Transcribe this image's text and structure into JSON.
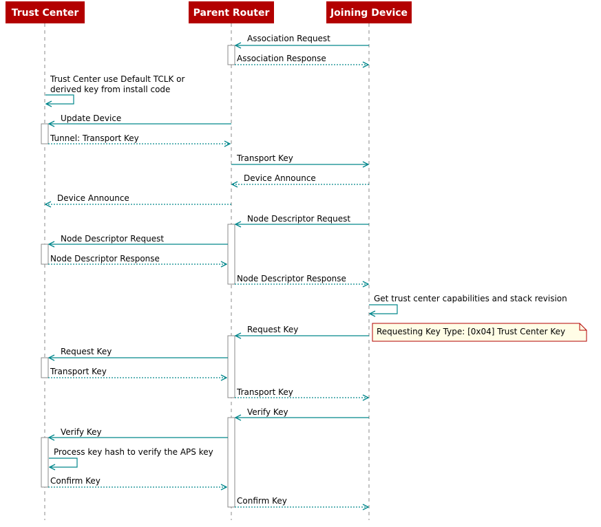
{
  "participants": [
    {
      "id": "tc",
      "label": "Trust Center"
    },
    {
      "id": "pr",
      "label": "Parent Router"
    },
    {
      "id": "jd",
      "label": "Joining Device"
    }
  ],
  "colors": {
    "header_fill": "#b30000",
    "header_text": "#ffffff",
    "arrow": "#00868b",
    "lifeline": "#888888",
    "activation_fill": "#ffffff",
    "activation_stroke": "#888888",
    "note_fill": "#fffde6",
    "note_stroke": "#b30000"
  },
  "messages": [
    {
      "from": "jd",
      "to": "pr",
      "label": "Association Request",
      "style": "solid"
    },
    {
      "from": "pr",
      "to": "jd",
      "label": "Association Response",
      "style": "dashed"
    },
    {
      "from": "tc",
      "to": "tc",
      "label": "Trust Center use Default TCLK or",
      "label2": "derived key from install code",
      "style": "solid"
    },
    {
      "from": "pr",
      "to": "tc",
      "label": "Update Device",
      "style": "solid"
    },
    {
      "from": "tc",
      "to": "pr",
      "label": "Tunnel: Transport Key",
      "style": "dashed"
    },
    {
      "from": "pr",
      "to": "jd",
      "label": "Transport Key",
      "style": "solid"
    },
    {
      "from": "jd",
      "to": "pr",
      "label": "Device Announce",
      "style": "dashed"
    },
    {
      "from": "pr",
      "to": "tc",
      "label": "Device Announce",
      "style": "dashed"
    },
    {
      "from": "jd",
      "to": "pr",
      "label": "Node Descriptor Request",
      "style": "solid"
    },
    {
      "from": "pr",
      "to": "tc",
      "label": "Node Descriptor Request",
      "style": "solid"
    },
    {
      "from": "tc",
      "to": "pr",
      "label": "Node Descriptor Response",
      "style": "dashed"
    },
    {
      "from": "pr",
      "to": "jd",
      "label": "Node Descriptor Response",
      "style": "dashed"
    },
    {
      "from": "jd",
      "to": "jd",
      "label": "Get trust center capabilities and stack revision",
      "style": "solid"
    },
    {
      "from": "jd",
      "to": "pr",
      "label": "Request Key",
      "style": "solid"
    },
    {
      "from": "pr",
      "to": "tc",
      "label": "Request Key",
      "style": "solid"
    },
    {
      "from": "tc",
      "to": "pr",
      "label": "Transport Key",
      "style": "dashed"
    },
    {
      "from": "pr",
      "to": "jd",
      "label": "Transport Key",
      "style": "dashed"
    },
    {
      "from": "jd",
      "to": "pr",
      "label": "Verify Key",
      "style": "solid"
    },
    {
      "from": "pr",
      "to": "tc",
      "label": "Verify Key",
      "style": "solid"
    },
    {
      "from": "tc",
      "to": "tc",
      "label": "Process key hash to verify the APS key",
      "style": "solid"
    },
    {
      "from": "tc",
      "to": "pr",
      "label": "Confirm Key",
      "style": "dashed"
    },
    {
      "from": "pr",
      "to": "jd",
      "label": "Confirm Key",
      "style": "dashed"
    }
  ],
  "notes": [
    {
      "label": "Requesting Key Type: [0x04] Trust Center Key"
    }
  ]
}
